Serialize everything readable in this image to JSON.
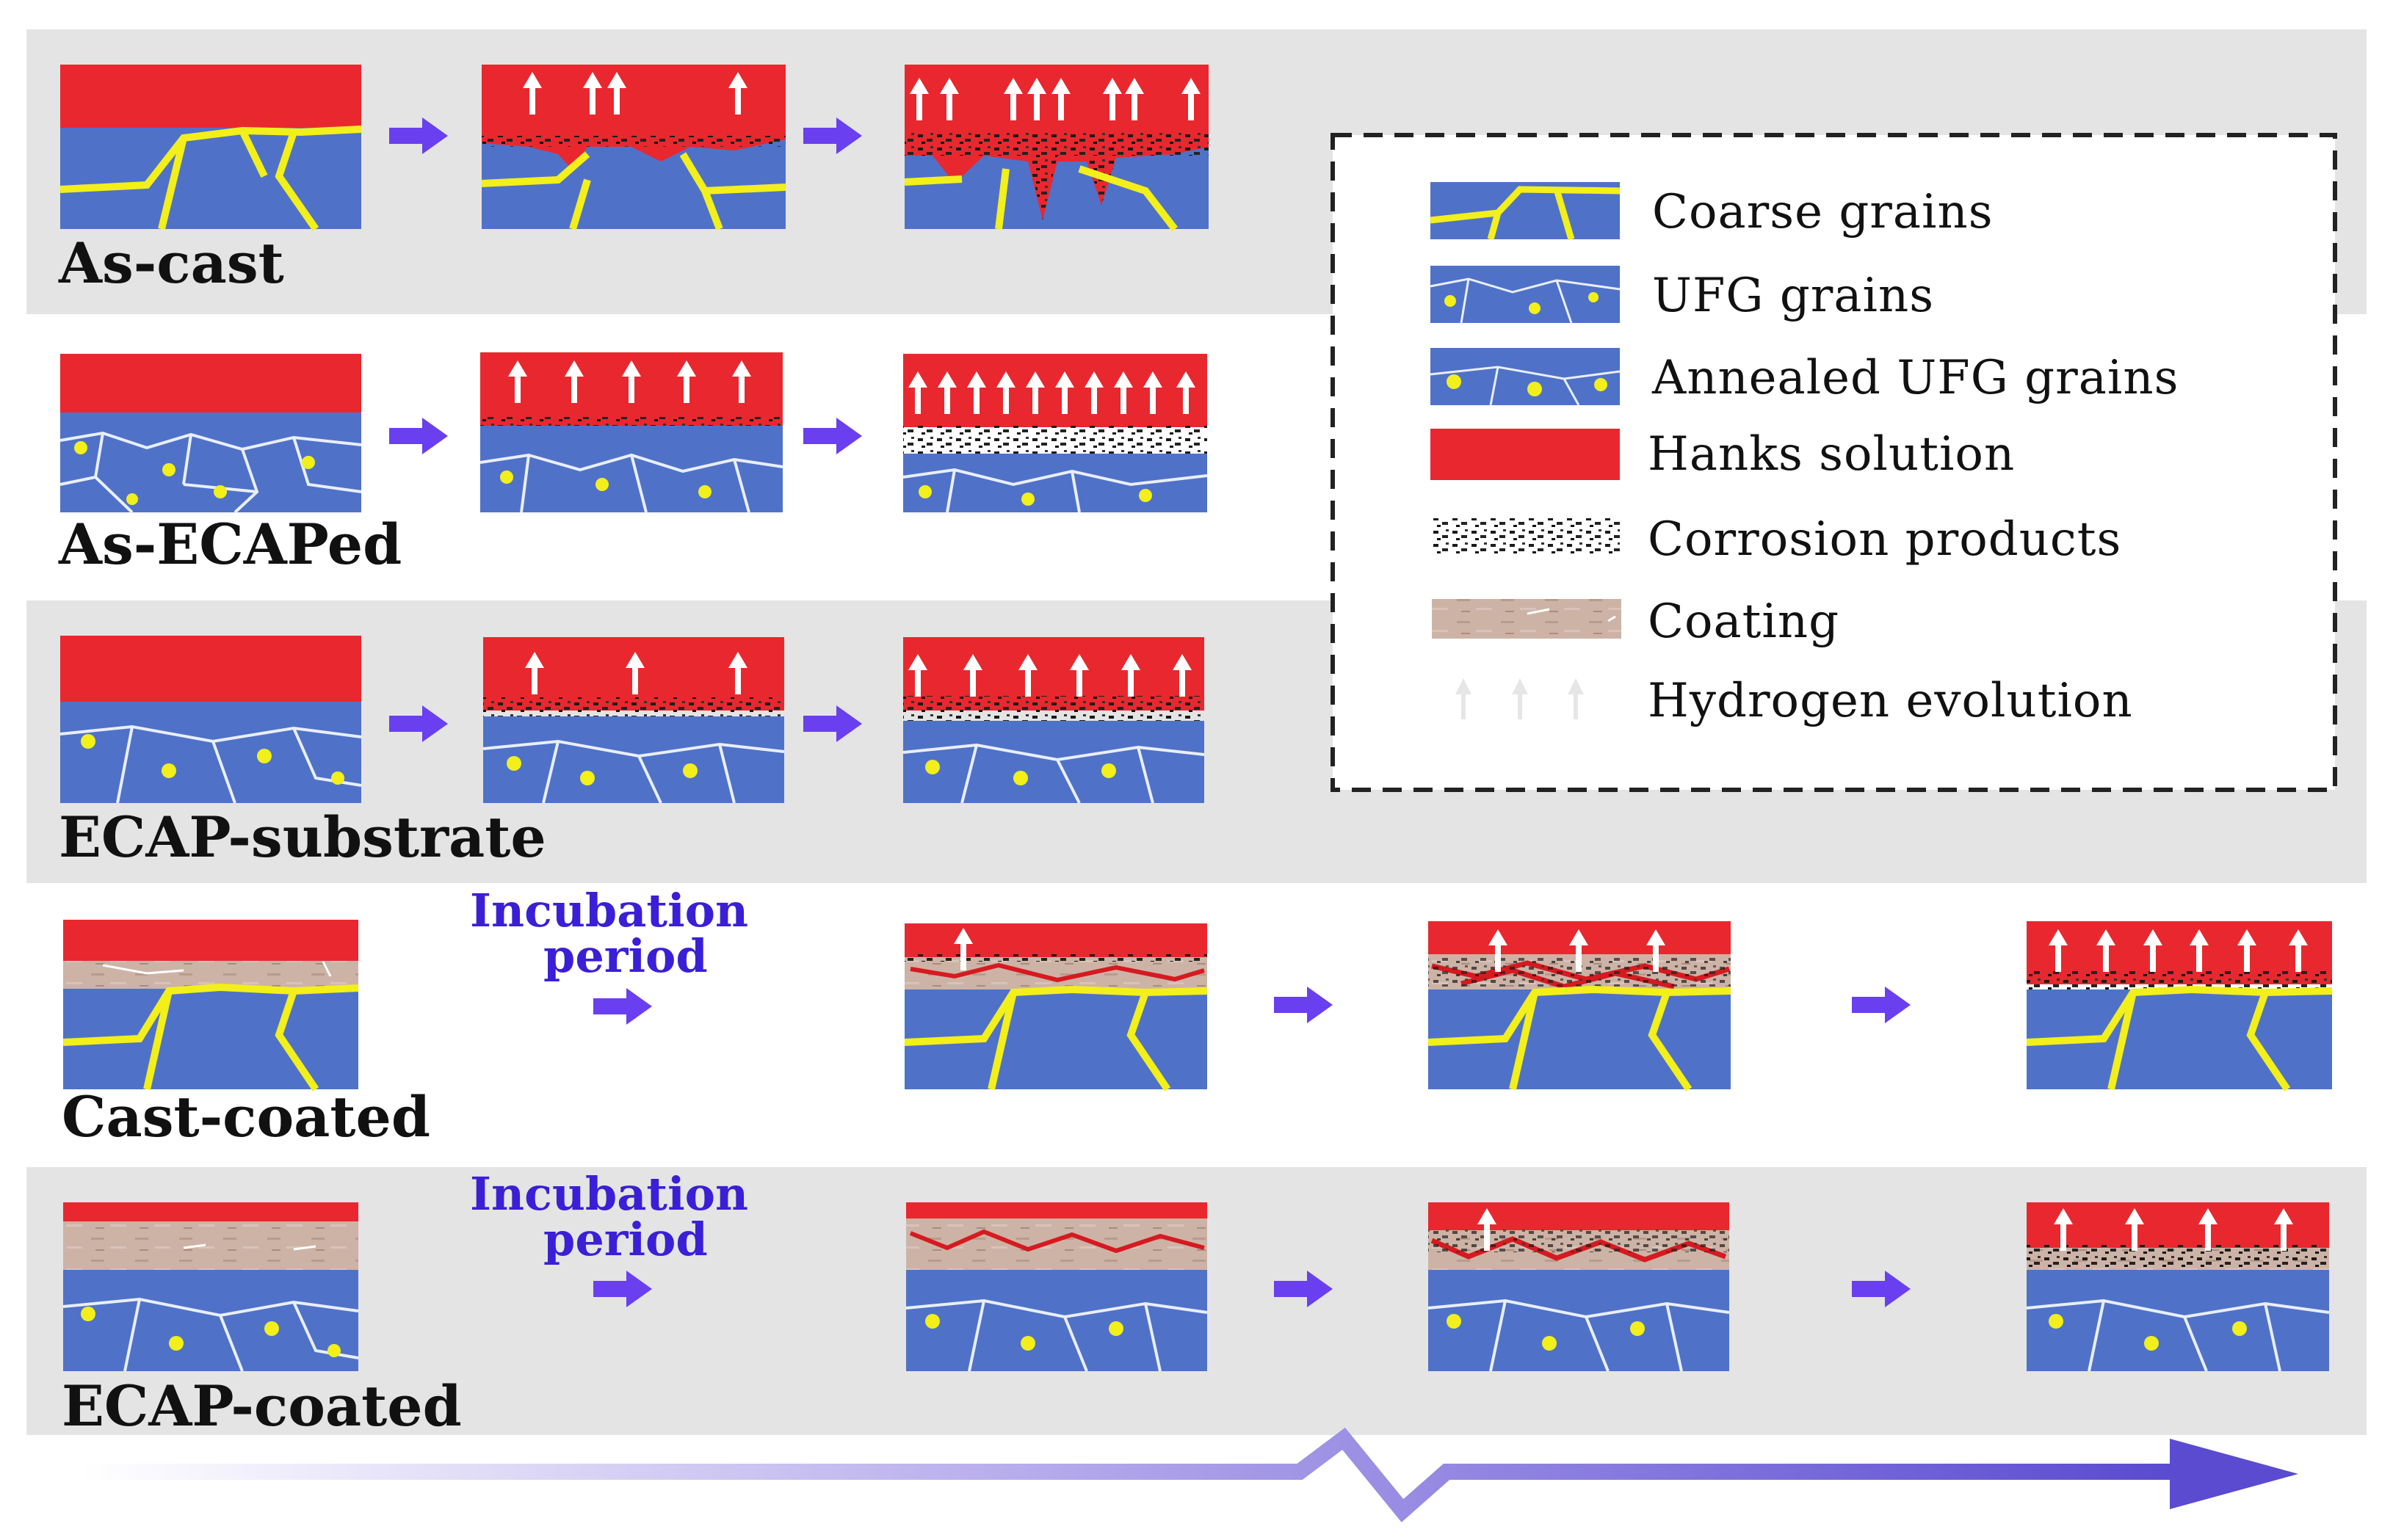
{
  "rows": [
    {
      "label": "As-cast"
    },
    {
      "label": "As-ECAPed"
    },
    {
      "label": "ECAP-substrate"
    },
    {
      "label": "Cast-coated"
    },
    {
      "label": "ECAP-coated"
    }
  ],
  "incubation": {
    "line1": "Incubation",
    "line2": "period"
  },
  "legend": {
    "coarse": "Coarse grains",
    "ufg": "UFG grains",
    "annealed": "Annealed UFG grains",
    "hanks": "Hanks solution",
    "corrosion": "Corrosion products",
    "coating": "Coating",
    "hydrogen": "Hydrogen evolution"
  },
  "colors": {
    "solution": "#e8282e",
    "grain": "#4f72c8",
    "boundary": "#f2ef1a",
    "coating": "#cdb3a6",
    "band": "#e4e4e4",
    "arrow": "#6a3ff0",
    "timeline": "#6a5ad0"
  }
}
